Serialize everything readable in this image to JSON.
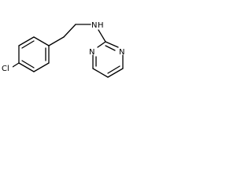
{
  "molecule": {
    "atoms": {
      "chlorine": "Cl",
      "amine_n": "N",
      "amine_h": "H",
      "ring_n1": "N",
      "ring_n2": "N"
    }
  }
}
